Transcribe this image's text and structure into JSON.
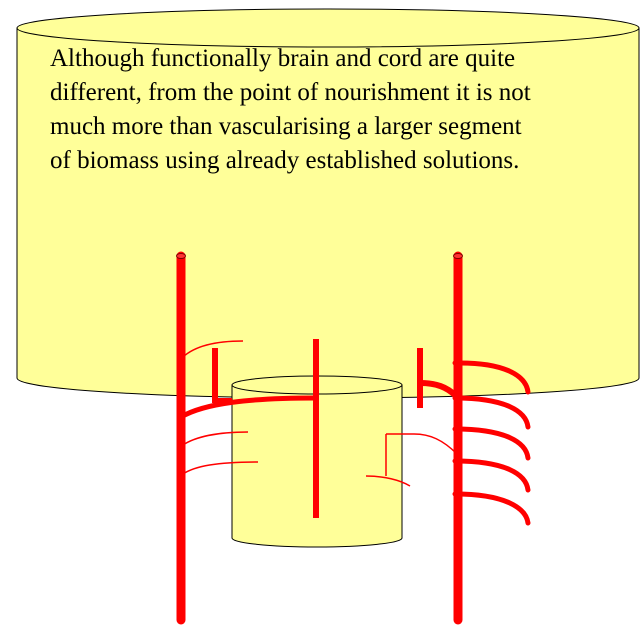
{
  "caption": {
    "lines": [
      "Although functionally brain and cord are quite",
      "different, from the point of nourishment it is not",
      "much more than vascularising a larger segment",
      "of biomass using already established solutions."
    ]
  },
  "colors": {
    "tissue_fill": "#ffff99",
    "outline": "#000000",
    "vessel": "#ff0000",
    "vessel_dark": "#800000",
    "background": "#ffffff"
  },
  "shapes": [
    {
      "name": "brain-cylinder",
      "represents": "brain"
    },
    {
      "name": "cord-cylinder",
      "represents": "cord"
    }
  ],
  "vessels": [
    {
      "name": "left-trunk-vessel"
    },
    {
      "name": "right-trunk-vessel"
    },
    {
      "name": "left-branch-vessels"
    },
    {
      "name": "right-arc-branch-vessels"
    },
    {
      "name": "central-vessel"
    }
  ]
}
